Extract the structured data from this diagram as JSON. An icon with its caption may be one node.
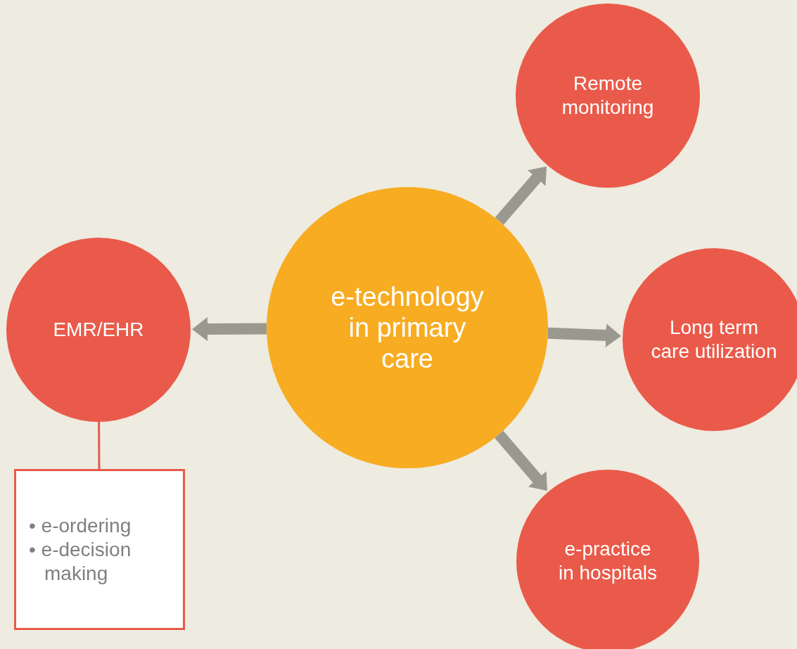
{
  "diagram": {
    "nodes": [
      {
        "text": [
          "e-technology in primary care"
        ]
      },
      {
        "text": [
          "Remote monitoring"
        ]
      },
      {
        "text": [
          "EMR/EHR"
        ]
      },
      {
        "text": [
          "Long term care utilization"
        ]
      },
      {
        "text": [
          "e-practice in hospitals"
        ]
      },
      {
        "text": [
          "• e-ordering",
          "• e-decision making"
        ]
      }
    ],
    "edges": [
      {
        "from": 0,
        "to": 1,
        "arrow": "to"
      },
      {
        "from": 0,
        "to": 2,
        "arrow": "to"
      },
      {
        "from": 0,
        "to": 3,
        "arrow": "to"
      },
      {
        "from": 0,
        "to": 4,
        "arrow": "to"
      },
      {
        "from": 2,
        "to": 5,
        "arrow": "none",
        "color": "#e85a4a"
      }
    ]
  }
}
